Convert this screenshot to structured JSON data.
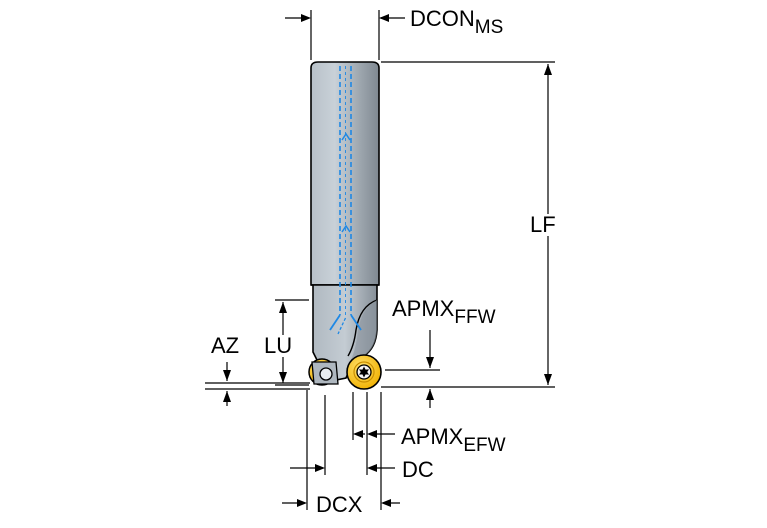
{
  "diagram": {
    "colors": {
      "shank_light": "#c4ccd3",
      "shank_dark": "#7f8891",
      "outline": "#000000",
      "coolant": "#1e88e5",
      "insert": "#f5b800",
      "insert_light": "#ffe06a",
      "dimension_line": "#000000"
    },
    "labels": {
      "dcon": {
        "base": "DCON",
        "sub": "MS"
      },
      "lf": "LF",
      "apmx_ffw": {
        "base": "APMX",
        "sub": "FFW"
      },
      "az": "AZ",
      "lu": "LU",
      "apmx_efw": {
        "base": "APMX",
        "sub": "EFW"
      },
      "dc": "DC",
      "dcx": "DCX"
    },
    "icons": [
      "torx-screw-icon",
      "dimension-arrow-icon"
    ]
  }
}
